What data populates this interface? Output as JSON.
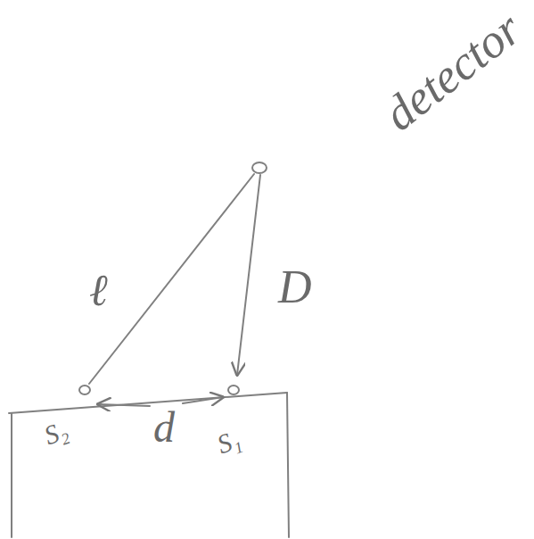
{
  "diagram": {
    "labels": [
      "detector",
      "ℓ",
      "D",
      "d",
      "S₂",
      "S₁"
    ]
  }
}
